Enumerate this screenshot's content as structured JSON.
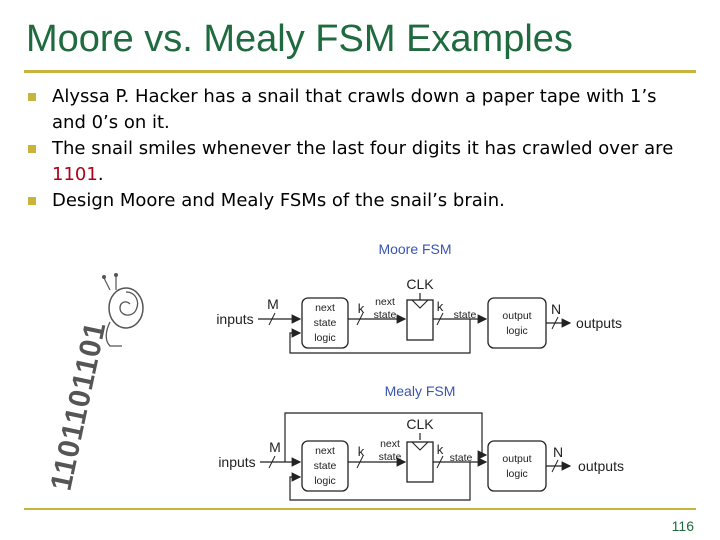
{
  "slide": {
    "title": "Moore vs. Mealy FSM Examples",
    "page_number": "116"
  },
  "bullets": [
    {
      "text": "Alyssa P. Hacker has a snail that crawls down a paper tape with 1’s and 0’s on it."
    },
    {
      "pre": "The snail smiles whenever the last four digits it has crawled over are ",
      "highlight": "1101",
      "post": "."
    },
    {
      "text": "Design Moore and Mealy FSMs of the snail’s brain."
    }
  ],
  "tape": {
    "digits": "1101101101"
  },
  "moore": {
    "title": "Moore FSM",
    "clk": "CLK",
    "inputs": "inputs",
    "outputs": "outputs",
    "M": "M",
    "N": "N",
    "k1": "k",
    "k2": "k",
    "next_state_logic": [
      "next",
      "state",
      "logic"
    ],
    "next_state": [
      "next",
      "state"
    ],
    "state": "state",
    "output_logic": [
      "output",
      "logic"
    ]
  },
  "mealy": {
    "title": "Mealy FSM",
    "clk": "CLK",
    "inputs": "inputs",
    "outputs": "outputs",
    "M": "M",
    "N": "N",
    "k1": "k",
    "k2": "k",
    "next_state_logic": [
      "next",
      "state",
      "logic"
    ],
    "next_state": [
      "next",
      "state"
    ],
    "state": "state",
    "output_logic": [
      "output",
      "logic"
    ]
  },
  "colors": {
    "title": "#1f6a3f",
    "rule": "#c8b43c",
    "highlight": "#b0001a",
    "diagram_title": "#3a55b0"
  }
}
